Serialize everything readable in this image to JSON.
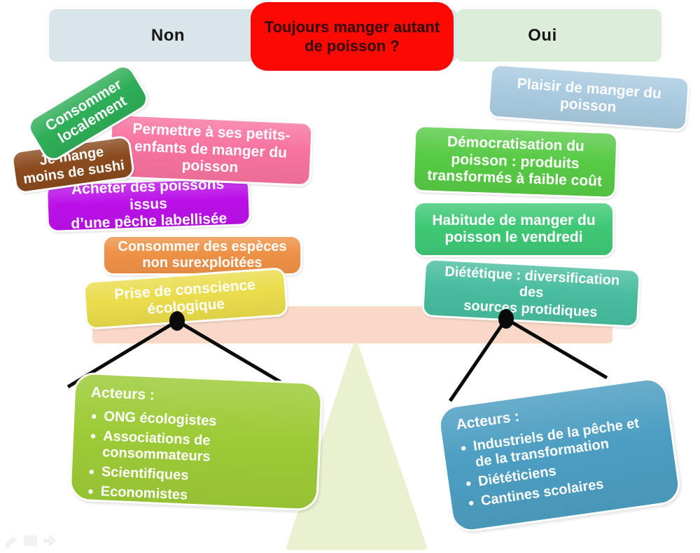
{
  "slide": {
    "question": "Toujours manger autant\nde poisson ?",
    "no_label": "Non",
    "yes_label": "Oui"
  },
  "no_side": {
    "reasons": [
      {
        "text": "Consommer\nlocalement",
        "color": "#2fae58"
      },
      {
        "text": "Permettre à ses petits-\nenfants de manger du\npoisson",
        "color": "#f7739f"
      },
      {
        "text": "Je mange\nmoins de sushi",
        "color": "#8a4a1d"
      },
      {
        "text": "Acheter des poissons issus\nd’une pêche labellisée",
        "color": "#bb10e8"
      },
      {
        "text": "Consommer des espèces\nnon surexploitées",
        "color": "#ee9147"
      },
      {
        "text": "Prise de conscience\nécologique",
        "color": "#eadc4b"
      }
    ],
    "actors": {
      "heading": "Acteurs :",
      "color": "#9dcb37",
      "items": [
        "ONG écologistes",
        "Associations de consommateurs",
        "Scientifiques",
        "Economistes"
      ]
    }
  },
  "yes_side": {
    "reasons": [
      {
        "text": "Plaisir de manger du\npoisson",
        "color": "#a9cadf"
      },
      {
        "text": "Démocratisation du\npoisson : produits\ntransformés à faible coût",
        "color": "#57ca45"
      },
      {
        "text": "Habitude de manger du\npoisson le vendredi",
        "color": "#3fc876"
      },
      {
        "text": "Diététique : diversification des\nsources protidiques",
        "color": "#48bd9e"
      }
    ],
    "actors": {
      "heading": "Acteurs :",
      "color": "#4c9ec2",
      "items": [
        "Industriels de la pêche et\nde la transformation",
        "Diététiciens",
        "Cantines scolaires"
      ]
    }
  },
  "colors": {
    "question_bg": "#fb0903",
    "question_text": "#330c0c",
    "no_bar": "#d9e5e9",
    "yes_bar": "#dcedda",
    "beam": "#fad8c7",
    "fulcrum": "#e9f1d1",
    "connector": "#0a0a0a"
  },
  "presenter_controls": [
    "pen-tool",
    "menu",
    "next-slide"
  ]
}
